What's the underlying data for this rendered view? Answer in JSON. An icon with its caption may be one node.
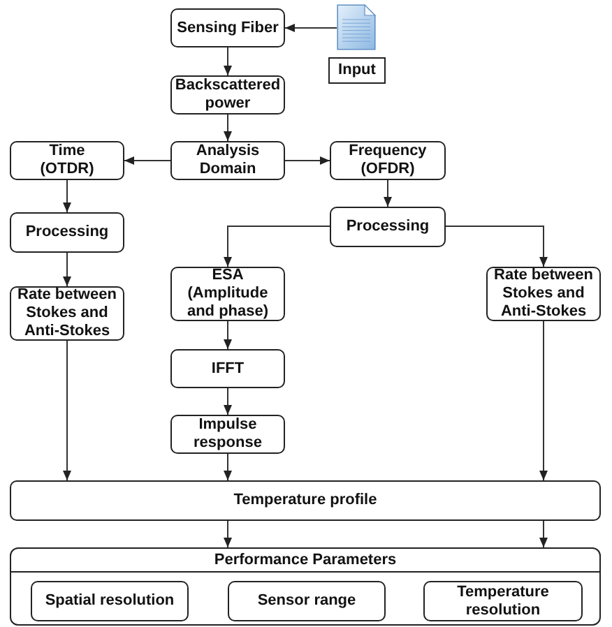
{
  "diagram": {
    "nodes": [
      {
        "text": [
          "Sensing Fiber"
        ]
      },
      {
        "text": [],
        "shape": "document"
      },
      {
        "text": [
          "Input"
        ]
      },
      {
        "text": [
          "Backscattered power"
        ]
      },
      {
        "text": [
          "Time (OTDR)"
        ]
      },
      {
        "text": [
          "Analysis Domain"
        ]
      },
      {
        "text": [
          "Frequency (OFDR)"
        ]
      },
      {
        "text": [
          "Processing"
        ]
      },
      {
        "text": [
          "Processing"
        ]
      },
      {
        "text": [
          "Rate between Stokes and Anti-Stokes"
        ]
      },
      {
        "text": [
          "ESA (Amplitude and phase)"
        ]
      },
      {
        "text": [
          "Rate between Stokes and Anti-Stokes"
        ]
      },
      {
        "text": [
          "IFFT"
        ]
      },
      {
        "text": [
          "Impulse response"
        ]
      },
      {
        "text": [
          "Temperature profile"
        ]
      },
      {
        "text": [
          "Performance Parameters"
        ]
      },
      {
        "text": [
          "Spatial resolution"
        ],
        "in": 15
      },
      {
        "text": [
          "Sensor range"
        ],
        "in": 15
      },
      {
        "text": [
          "Temperature resolution"
        ],
        "in": 15
      }
    ],
    "edges": [
      {
        "from": 1,
        "to": 0,
        "arrow": "to"
      },
      {
        "from": 0,
        "to": 3,
        "arrow": "to"
      },
      {
        "from": 3,
        "to": 5,
        "arrow": "to"
      },
      {
        "from": 5,
        "to": 4,
        "arrow": "to"
      },
      {
        "from": 5,
        "to": 6,
        "arrow": "to"
      },
      {
        "from": 4,
        "to": 7,
        "arrow": "to"
      },
      {
        "from": 7,
        "to": 9,
        "arrow": "to"
      },
      {
        "from": 6,
        "to": 8,
        "arrow": "to"
      },
      {
        "from": 8,
        "to": 10,
        "arrow": "to"
      },
      {
        "from": 8,
        "to": 11,
        "arrow": "to"
      },
      {
        "from": 10,
        "to": 12,
        "arrow": "to"
      },
      {
        "from": 12,
        "to": 13,
        "arrow": "to"
      },
      {
        "from": 13,
        "to": 14,
        "arrow": "to"
      },
      {
        "from": 9,
        "to": 14,
        "arrow": "to"
      },
      {
        "from": 11,
        "to": 14,
        "arrow": "to"
      },
      {
        "from": 14,
        "to": 15,
        "arrow": "to"
      },
      {
        "from": 14,
        "to": 15,
        "arrow": "to"
      }
    ]
  }
}
